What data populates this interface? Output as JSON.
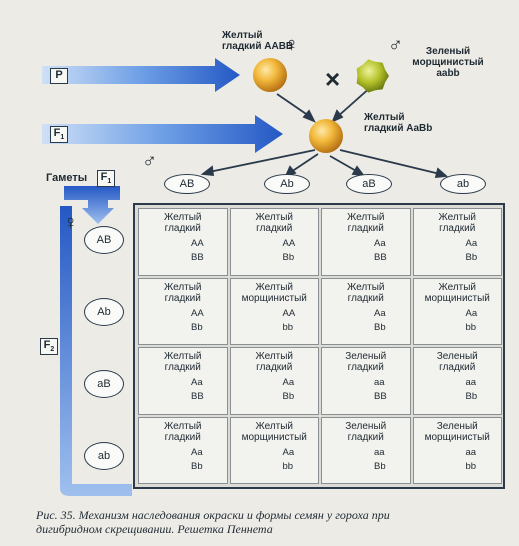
{
  "parents": {
    "p_label": "P",
    "mother_text_line1": "Желтый",
    "mother_text_line2": "гладкий AABB",
    "mother_symbol": "♀",
    "father_symbol": "♂",
    "father_text_line1": "Зеленый",
    "father_text_line2": "морщинистый",
    "father_text_line3": "aabb",
    "cross_symbol": "×"
  },
  "f1": {
    "label": "F",
    "sub": "1",
    "text_line1": "Желтый",
    "text_line2": "гладкий AaBb"
  },
  "gametes": {
    "label": "Гаметы",
    "f_label": "F",
    "f_sub": "1",
    "male_symbol": "♂",
    "female_symbol": "♀",
    "male": [
      "AB",
      "Ab",
      "aB",
      "ab"
    ],
    "female": [
      "AB",
      "Ab",
      "aB",
      "ab"
    ]
  },
  "f2_label": "F",
  "f2_sub": "2",
  "grid": [
    [
      {
        "name1": "Желтый",
        "name2": "гладкий",
        "g1": "AA",
        "g2": "BB",
        "pea": "yellow-smooth"
      },
      {
        "name1": "Желтый",
        "name2": "гладкий",
        "g1": "AA",
        "g2": "Bb",
        "pea": "yellow-smooth"
      },
      {
        "name1": "Желтый",
        "name2": "гладкий",
        "g1": "Aa",
        "g2": "BB",
        "pea": "yellow-smooth"
      },
      {
        "name1": "Желтый",
        "name2": "гладкий",
        "g1": "Aa",
        "g2": "Bb",
        "pea": "yellow-smooth"
      }
    ],
    [
      {
        "name1": "Желтый",
        "name2": "гладкий",
        "g1": "AA",
        "g2": "Bb",
        "pea": "yellow-smooth"
      },
      {
        "name1": "Желтый",
        "name2": "морщинистый",
        "g1": "AA",
        "g2": "bb",
        "pea": "yellow-wrinkled"
      },
      {
        "name1": "Желтый",
        "name2": "гладкий",
        "g1": "Aa",
        "g2": "Bb",
        "pea": "yellow-smooth"
      },
      {
        "name1": "Желтый",
        "name2": "морщинистый",
        "g1": "Aa",
        "g2": "bb",
        "pea": "yellow-wrinkled"
      }
    ],
    [
      {
        "name1": "Желтый",
        "name2": "гладкий",
        "g1": "Aa",
        "g2": "BB",
        "pea": "yellow-smooth"
      },
      {
        "name1": "Желтый",
        "name2": "гладкий",
        "g1": "Aa",
        "g2": "Bb",
        "pea": "yellow-smooth"
      },
      {
        "name1": "Зеленый",
        "name2": "гладкий",
        "g1": "aa",
        "g2": "BB",
        "pea": "green-smooth"
      },
      {
        "name1": "Зеленый",
        "name2": "гладкий",
        "g1": "aa",
        "g2": "Bb",
        "pea": "green-smooth"
      }
    ],
    [
      {
        "name1": "Желтый",
        "name2": "гладкий",
        "g1": "Aa",
        "g2": "Bb",
        "pea": "yellow-smooth"
      },
      {
        "name1": "Желтый",
        "name2": "морщинистый",
        "g1": "Aa",
        "g2": "bb",
        "pea": "yellow-wrinkled"
      },
      {
        "name1": "Зеленый",
        "name2": "гладкий",
        "g1": "aa",
        "g2": "Bb",
        "pea": "green-smooth"
      },
      {
        "name1": "Зеленый",
        "name2": "морщинистый",
        "g1": "aa",
        "g2": "bb",
        "pea": "green-wrinkled"
      }
    ]
  ],
  "caption": {
    "line1": "Рис. 35. Механизм наследования окраски и формы семян у гороха при",
    "line2": "дигибридном скрещивании. Решетка Пеннета"
  },
  "colors": {
    "arrow_blue": "#2f6fd6",
    "pea_yellow": "#e9a82a",
    "pea_green": "#a7b51f"
  }
}
